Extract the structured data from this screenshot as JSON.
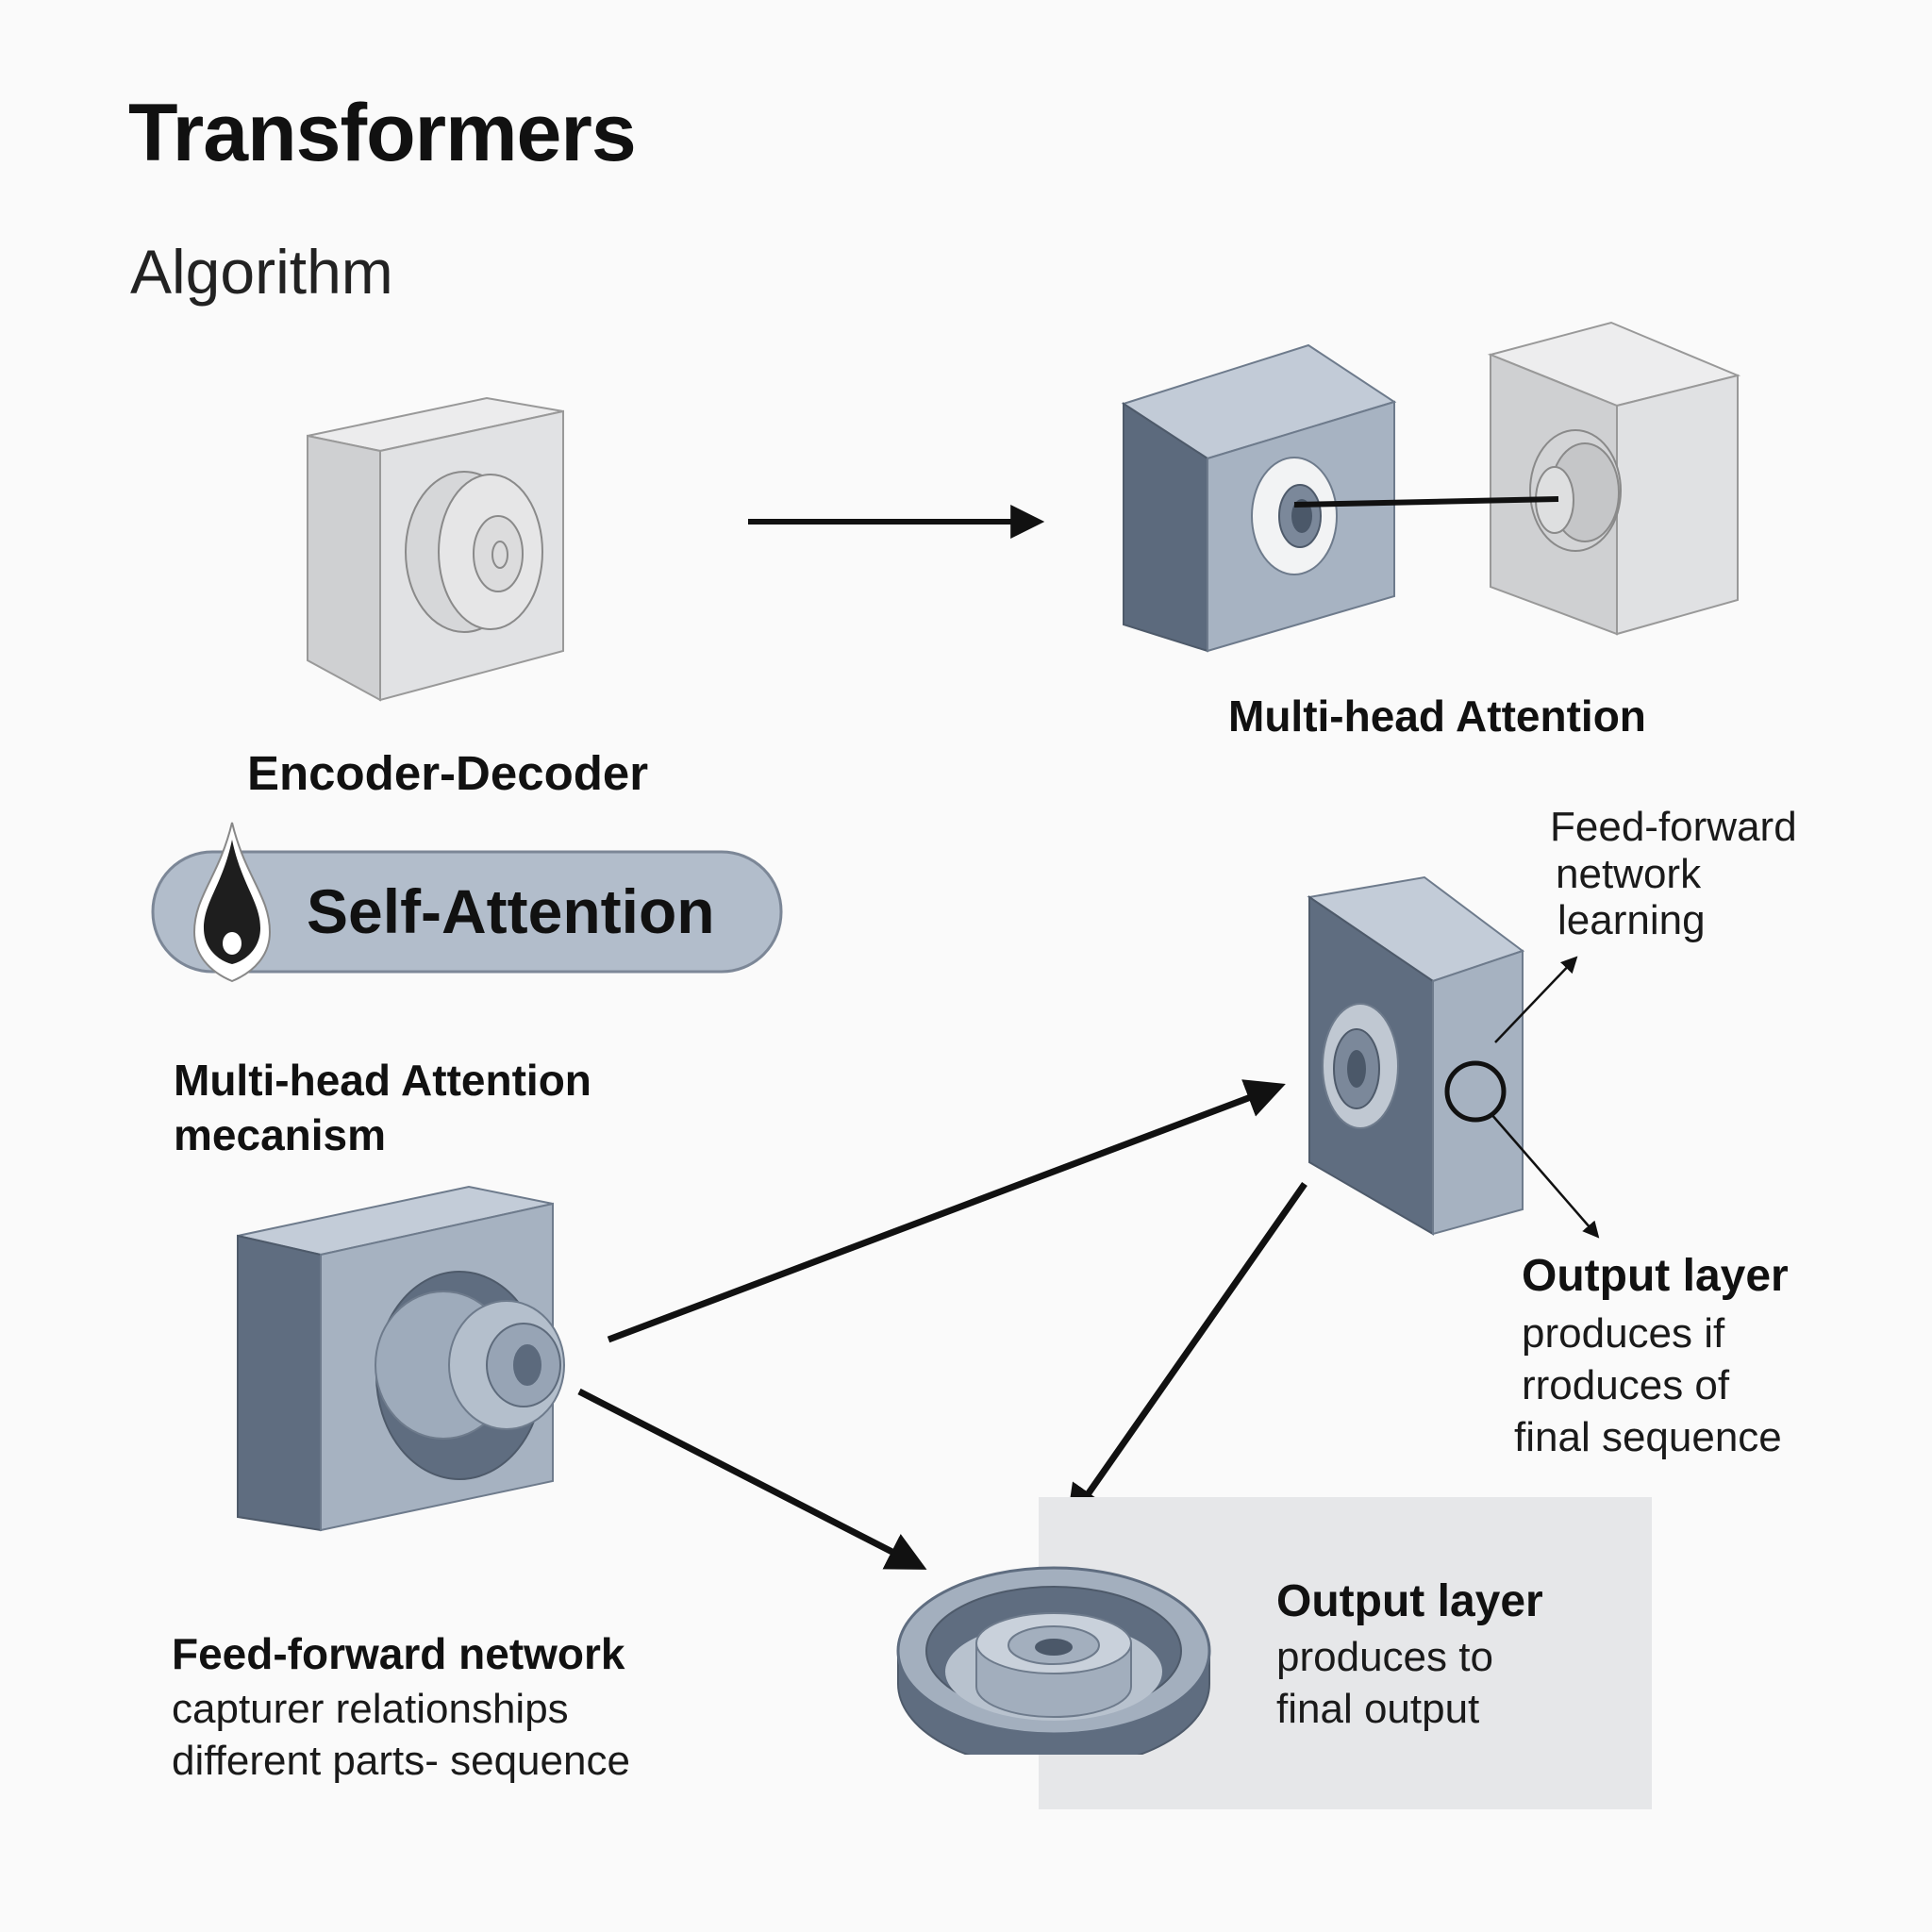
{
  "header": {
    "title": "Transformers",
    "subtitle": "Algorithm"
  },
  "labels": {
    "encoder_decoder": "Encoder-Decoder",
    "multi_head_top": "Multi-head Attention",
    "self_attention": "Self-Attention",
    "mha_mechanism": [
      "Multi-head Attention",
      "mecanism"
    ],
    "ffn_side": [
      "Feed-forward",
      "network",
      "learning"
    ],
    "output_layer_side": {
      "heading": "Output layer",
      "lines": [
        "produces if",
        "rroduces of",
        "final sequence"
      ]
    },
    "ffn_bottom": {
      "heading": "Feed-forward network",
      "lines": [
        "capturer relationships",
        "different parts- sequence"
      ]
    },
    "output_layer_bottom": {
      "heading": "Output layer",
      "lines": [
        "produces to",
        "final output"
      ]
    }
  },
  "colors": {
    "light_block": "#e0e1e3",
    "blue_block": "#a6b2c1",
    "blue_dark": "#5f6d80",
    "pill_fill": "#b2bdcb",
    "arrow": "#111111"
  },
  "icons": [
    "drop-icon"
  ]
}
